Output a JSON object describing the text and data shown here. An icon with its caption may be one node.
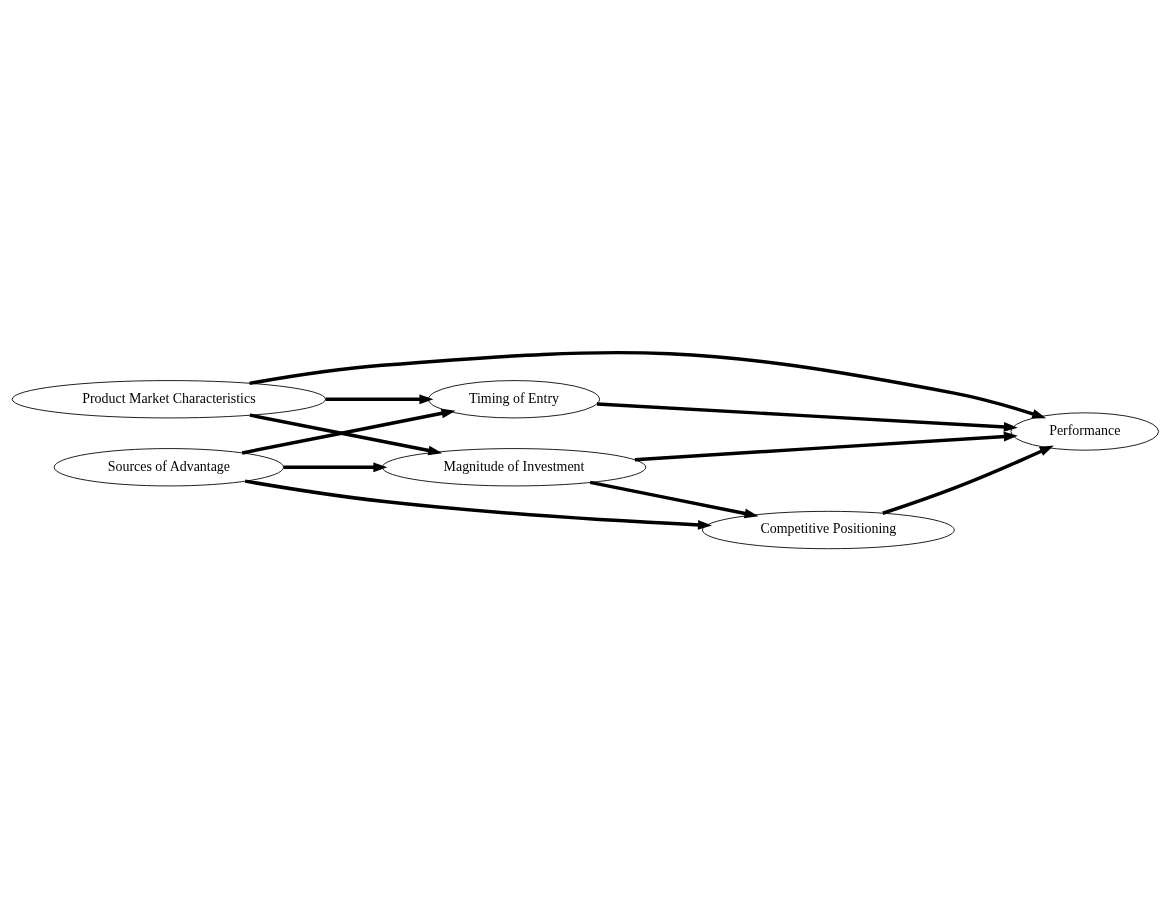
{
  "diagram": {
    "nodes": [
      {
        "text": [
          "Product Market Characteristics"
        ]
      },
      {
        "text": [
          "Timing of Entry"
        ]
      },
      {
        "text": [
          "Performance"
        ]
      },
      {
        "text": [
          "Magnitude of Investment"
        ]
      },
      {
        "text": [
          "Competitive Positioning"
        ]
      },
      {
        "text": [
          "Sources of Advantage"
        ]
      }
    ],
    "edges": [
      {
        "from": 0,
        "to": 2,
        "arrow": "to"
      },
      {
        "from": 0,
        "to": 1,
        "arrow": "to"
      },
      {
        "from": 0,
        "to": 3,
        "arrow": "to"
      },
      {
        "from": 1,
        "to": 2,
        "arrow": "to"
      },
      {
        "from": 3,
        "to": 2,
        "arrow": "to"
      },
      {
        "from": 3,
        "to": 4,
        "arrow": "to"
      },
      {
        "from": 4,
        "to": 2,
        "arrow": "to"
      },
      {
        "from": 5,
        "to": 1,
        "arrow": "to"
      },
      {
        "from": 5,
        "to": 3,
        "arrow": "to"
      },
      {
        "from": 5,
        "to": 4,
        "arrow": "to"
      }
    ]
  }
}
